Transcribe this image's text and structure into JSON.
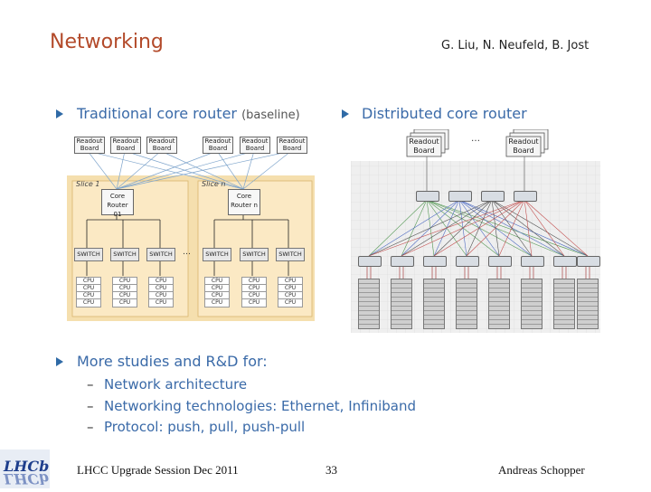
{
  "slide": {
    "title": "Networking",
    "authors": "G. Liu, N. Neufeld, B. Jost",
    "bullets": [
      {
        "label": "Traditional core router",
        "note": "(baseline)"
      },
      {
        "label": "Distributed core router"
      },
      {
        "label": "More studies and R&D for:"
      }
    ],
    "subitems": [
      "Network architecture",
      "Networking technologies: Ethernet, Infiniband",
      "Protocol: push, pull, push-pull"
    ],
    "dash": "–"
  },
  "left_diagram": {
    "readout_label": "Readout Board",
    "slice_1": "Slice 1",
    "slice_n": "Slice n",
    "core_1": "Core Router 01",
    "core_n": "Core Router n",
    "switch": "SWITCH",
    "cpu": "CPU",
    "ellipsis": "…"
  },
  "right_diagram": {
    "readout_label": "Readout Board",
    "ellipsis": "…"
  },
  "footer": {
    "event": "LHCC Upgrade Session Dec 2011",
    "page": "33",
    "presenter": "Andreas Schopper",
    "logo_text": "LHCb"
  }
}
